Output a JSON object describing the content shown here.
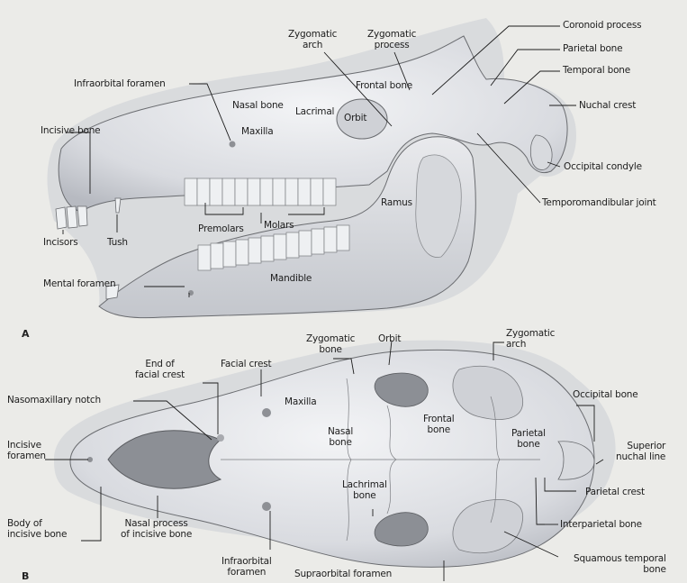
{
  "panel_a": {
    "letter": "A",
    "labels": {
      "coronoid_process": "Coronoid process",
      "parietal_bone": "Parietal bone",
      "temporal_bone": "Temporal bone",
      "nuchal_crest": "Nuchal crest",
      "occipital_condyle": "Occipital condyle",
      "temporomandibular_joint": "Temporomandibular joint",
      "zygomatic_arch": "Zygomatic\narch",
      "zygomatic_process": "Zygomatic\nprocess",
      "frontal_bone": "Frontal bone",
      "infraorbital_foramen": "Infraorbital foramen",
      "nasal_bone": "Nasal bone",
      "lacrimal": "Lacrimal",
      "orbit": "Orbit",
      "incisive_bone": "Incisive bone",
      "maxilla": "Maxilla",
      "ramus": "Ramus",
      "premolars": "Premolars",
      "molars": "Molars",
      "incisors": "Incisors",
      "tush": "Tush",
      "mental_foramen": "Mental foramen",
      "mandible": "Mandible"
    }
  },
  "panel_b": {
    "letter": "B",
    "labels": {
      "zygomatic_bone": "Zygomatic\nbone",
      "orbit": "Orbit",
      "zygomatic_arch": "Zygomatic\narch",
      "end_of_facial_crest": "End of\nfacial crest",
      "facial_crest": "Facial crest",
      "maxilla": "Maxilla",
      "nasomaxillary_notch": "Nasomaxillary notch",
      "occipital_bone": "Occipital bone",
      "nasal_bone": "Nasal\nbone",
      "frontal_bone": "Frontal\nbone",
      "parietal_bone": "Parietal\nbone",
      "incisive_foramen": "Incisive\nforamen",
      "superior_nuchal_line": "Superior\nnuchal line",
      "lachrimal_bone": "Lachrimal\nbone",
      "parietal_crest": "Parietal crest",
      "body_of_incisive_bone": "Body of\nincisive bone",
      "nasal_process_of_incisive_bone": "Nasal process\nof incisive bone",
      "interparietal_bone": "Interparietal bone",
      "infraorbital_foramen": "Infraorbital\nforamen",
      "supraorbital_foramen": "Supraorbital foramen",
      "squamous_temporal_bone": "Squamous temporal\nbone"
    }
  },
  "colors": {
    "background": "#ebebe8",
    "bone": "#e4e6ea",
    "bone_shadow": "#b9bcc3",
    "outline": "#6a6c70",
    "leader": "#1d1d1d"
  }
}
